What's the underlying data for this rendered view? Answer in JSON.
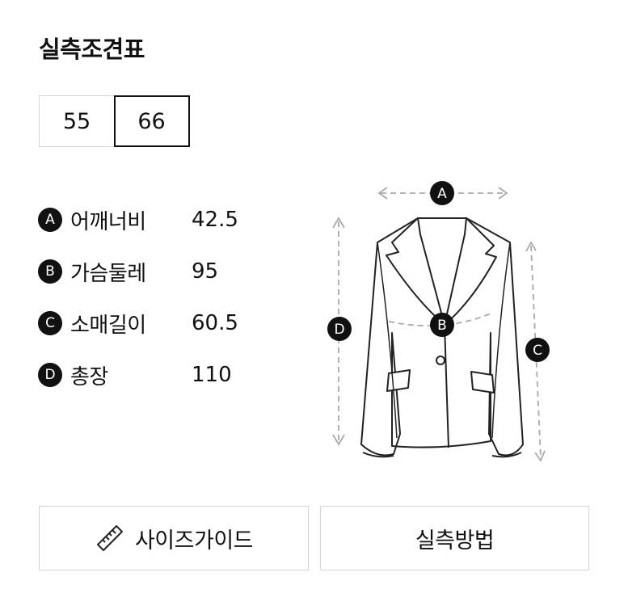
{
  "title": "실측조견표",
  "sizes": [
    "55",
    "66"
  ],
  "selected_size": "66",
  "measurements": [
    {
      "badge": "A",
      "label": "어깨너비",
      "value": "42.5"
    },
    {
      "badge": "B",
      "label": "가슴둘레",
      "value": "95"
    },
    {
      "badge": "C",
      "label": "소매길이",
      "value": "60.5"
    },
    {
      "badge": "D",
      "label": "총장",
      "value": "110"
    }
  ],
  "diagram": {
    "markers": [
      "A",
      "B",
      "C",
      "D"
    ]
  },
  "buttons": {
    "size_guide": "사이즈가이드",
    "measure_method": "실측방법"
  }
}
